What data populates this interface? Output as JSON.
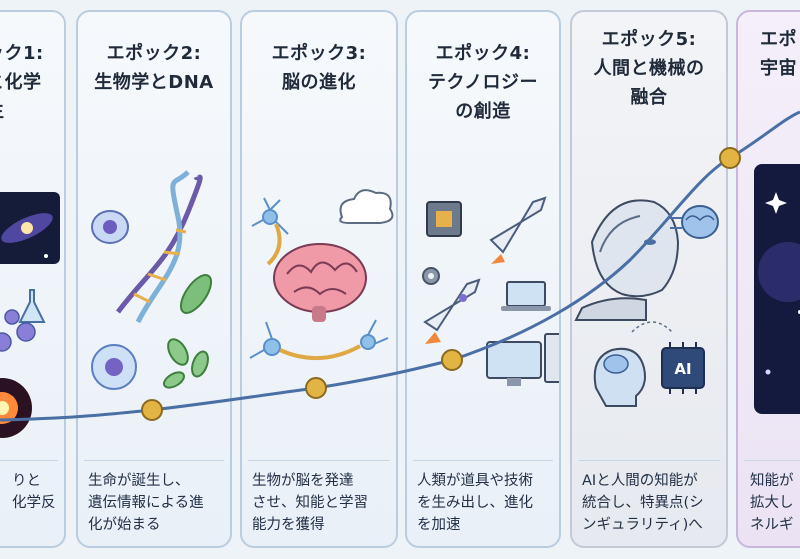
{
  "epochs": [
    {
      "title": [
        "ック1:",
        "と化学",
        "生"
      ],
      "desc": "りと\n化学反"
    },
    {
      "title": [
        "エポック2:",
        "生物学とDNA"
      ],
      "desc": "生命が誕生し、\n遺伝情報による進\n化が始まる"
    },
    {
      "title": [
        "エポック3:",
        "脳の進化"
      ],
      "desc": "生物が脳を発達\nさせ、知能と学習\n能力を獲得"
    },
    {
      "title": [
        "エポック4:",
        "テクノロジー",
        "の創造"
      ],
      "desc": "人類が道具や技術\nを生み出し、進化\nを加速"
    },
    {
      "title": [
        "エポック5:",
        "人間と機械の",
        "融合"
      ],
      "desc": "AIと人間の知能が\n統合し、特異点(シ\nンギュラリティ)へ"
    },
    {
      "title": [
        "エポ",
        "宇宙"
      ],
      "desc": "知能が\n拡大し\nネルギ"
    }
  ],
  "labels": {
    "ai_chip": "AI"
  },
  "colors": {
    "timeline": "#4a6fa5",
    "node": "#e2b443",
    "border": "#b9cde0"
  }
}
